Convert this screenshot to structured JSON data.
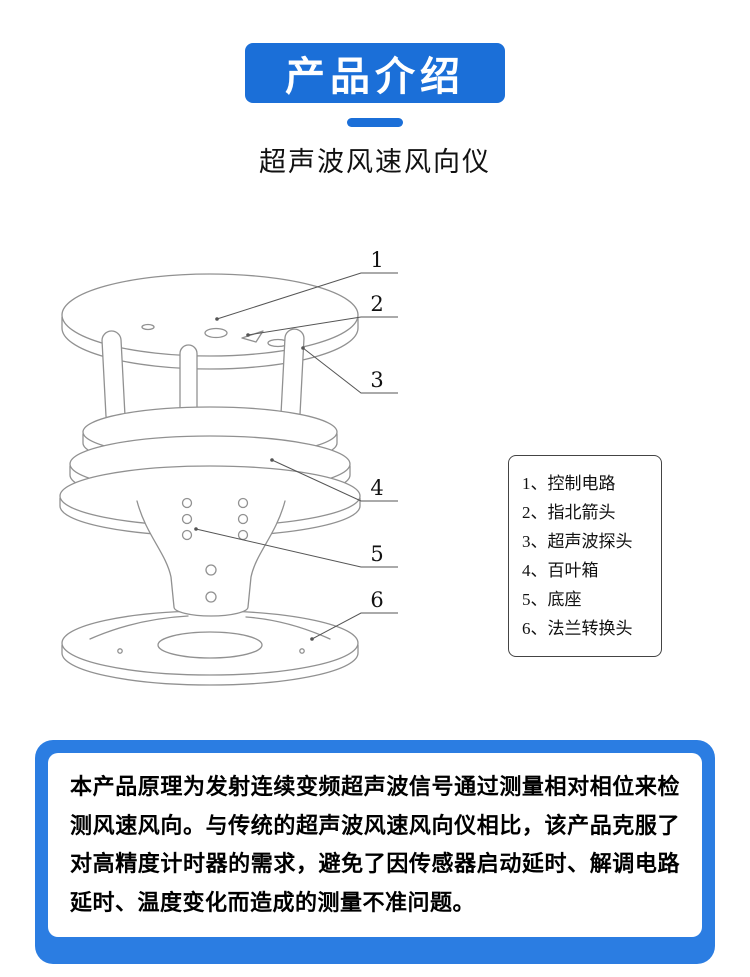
{
  "header": {
    "title": "产品介绍",
    "subtitle": "超声波风速风向仪"
  },
  "diagram": {
    "callouts": [
      "1",
      "2",
      "3",
      "4",
      "5",
      "6"
    ],
    "legend": [
      "1、控制电路",
      "2、指北箭头",
      "3、超声波探头",
      "4、百叶箱",
      "5、底座",
      "6、法兰转换头"
    ]
  },
  "description": {
    "text": "本产品原理为发射连续变频超声波信号通过测量相对相位来检测风速风向。与传统的超声波风速风向仪相比，该产品克服了对高精度计时器的需求，避免了因传感器启动延时、解调电路延时、温度变化而造成的测量不准问题。"
  },
  "colors": {
    "accent_blue": "#1b6fd8",
    "panel_blue": "#2b7de2",
    "line_gray": "#919191",
    "text_black": "#111111"
  }
}
